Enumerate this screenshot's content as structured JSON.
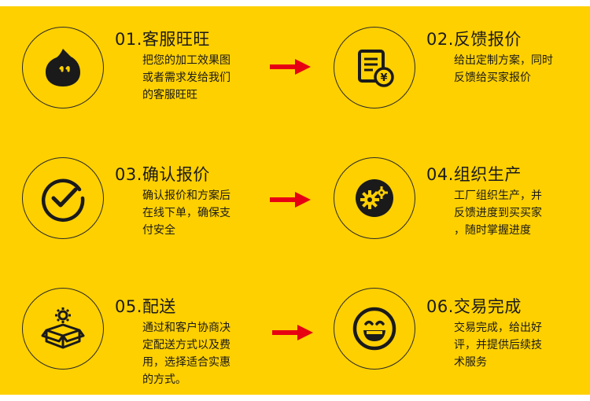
{
  "steps": [
    {
      "title": "01.客服旺旺",
      "lines": [
        "把您的加工效果图",
        "或者需求发给我们",
        "的客服旺旺"
      ],
      "icon": "chat-bubble-icon"
    },
    {
      "title": "02.反馈报价",
      "lines": [
        "给出定制方案，同时",
        "反馈给买家报价"
      ],
      "icon": "quote-document-icon"
    },
    {
      "title": "03.确认报价",
      "lines": [
        "确认报价和方案后",
        "在线下单，确保支",
        "付安全"
      ],
      "icon": "check-circle-icon"
    },
    {
      "title": "04.组织生产",
      "lines": [
        "工厂组织生产，并",
        "反馈进度到买买家",
        "，随时掌握进度"
      ],
      "icon": "gears-icon"
    },
    {
      "title": "05.配送",
      "lines": [
        "通过和客户协商决",
        "定配送方式以及费",
        "用，选择适合实惠",
        "的方式。"
      ],
      "icon": "box-delivery-icon"
    },
    {
      "title": "06.交易完成",
      "lines": [
        "交易完成，给出好",
        "评，并提供后续技",
        "术服务"
      ],
      "icon": "smiley-icon"
    }
  ],
  "colors": {
    "background": "#FFD000",
    "arrow": "#E60012",
    "ink": "#1a1a1a"
  }
}
